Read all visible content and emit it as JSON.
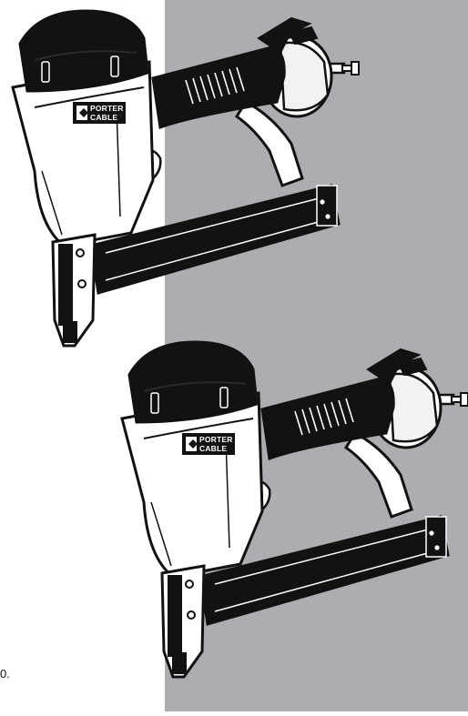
{
  "colors": {
    "panel_gray": "#acadb0",
    "tool_black": "#121212",
    "tool_white": "#ffffff",
    "tool_light": "#f2f2f2"
  },
  "tools": [
    {
      "view": "top",
      "brand_line1": "PORTER",
      "brand_line2": "CABLE"
    },
    {
      "view": "bottom",
      "brand_line1": "PORTER",
      "brand_line2": "CABLE"
    }
  ],
  "page_fragment_text": "0."
}
